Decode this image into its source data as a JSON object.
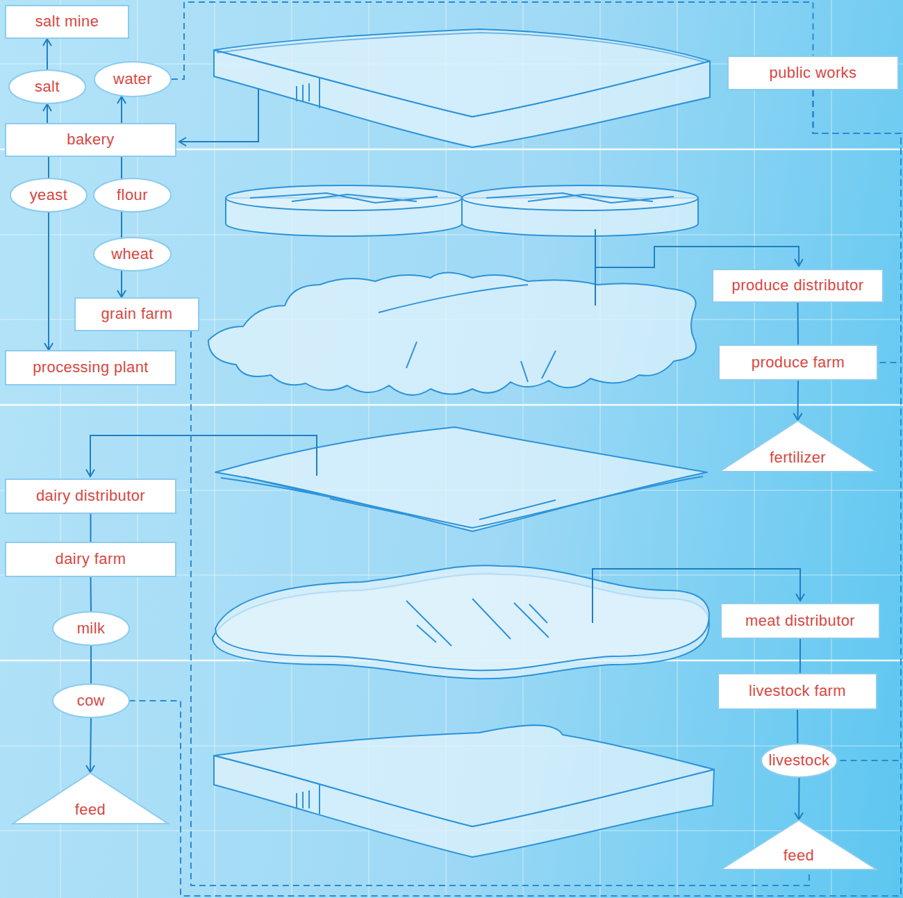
{
  "diagram": {
    "nodes": [
      {
        "text": [
          "salt mine"
        ]
      },
      {
        "text": [
          "salt"
        ]
      },
      {
        "text": [
          "water"
        ]
      },
      {
        "text": [
          "public works"
        ]
      },
      {
        "text": [
          "bakery"
        ]
      },
      {
        "text": [
          "yeast"
        ]
      },
      {
        "text": [
          "flour"
        ]
      },
      {
        "text": [
          "wheat"
        ]
      },
      {
        "text": [
          "produce distributor"
        ]
      },
      {
        "text": [
          "grain farm"
        ]
      },
      {
        "text": [
          "processing plant"
        ]
      },
      {
        "text": [
          "produce farm"
        ]
      },
      {
        "text": [
          "fertilizer"
        ]
      },
      {
        "text": [
          "dairy distributor"
        ]
      },
      {
        "text": [
          "dairy farm"
        ]
      },
      {
        "text": [
          "meat distributor"
        ]
      },
      {
        "text": [
          "milk"
        ]
      },
      {
        "text": [
          "cow"
        ]
      },
      {
        "text": [
          "livestock farm"
        ]
      },
      {
        "text": [
          "livestock"
        ]
      },
      {
        "text": [
          "feed"
        ]
      },
      {
        "text": [
          "feed"
        ]
      }
    ],
    "edges": [
      {
        "from": 4,
        "to": 1,
        "arrow": "to"
      },
      {
        "from": 1,
        "to": 0,
        "arrow": "to"
      },
      {
        "from": 4,
        "to": 2,
        "arrow": "to"
      },
      {
        "from": 2,
        "to": 3,
        "arrow": "none"
      },
      {
        "from": 4,
        "to": 5,
        "arrow": "none"
      },
      {
        "from": 5,
        "to": 10,
        "arrow": "to"
      },
      {
        "from": 4,
        "to": 6,
        "arrow": "none"
      },
      {
        "from": 6,
        "to": 7,
        "arrow": "none"
      },
      {
        "from": 7,
        "to": 9,
        "arrow": "to"
      },
      {
        "from": 9,
        "to": 21,
        "arrow": "none"
      },
      {
        "from": 8,
        "to": 11,
        "arrow": "none"
      },
      {
        "from": 11,
        "to": 12,
        "arrow": "to"
      },
      {
        "from": 3,
        "to": 11,
        "arrow": "none"
      },
      {
        "from": 3,
        "to": 19,
        "arrow": "none"
      },
      {
        "from": 3,
        "to": 17,
        "arrow": "none"
      },
      {
        "from": 13,
        "to": 14,
        "arrow": "none"
      },
      {
        "from": 14,
        "to": 16,
        "arrow": "none"
      },
      {
        "from": 16,
        "to": 17,
        "arrow": "none"
      },
      {
        "from": 17,
        "to": 20,
        "arrow": "to"
      },
      {
        "from": 15,
        "to": 18,
        "arrow": "none"
      },
      {
        "from": 18,
        "to": 19,
        "arrow": "none"
      },
      {
        "from": 19,
        "to": 21,
        "arrow": "to"
      }
    ]
  }
}
